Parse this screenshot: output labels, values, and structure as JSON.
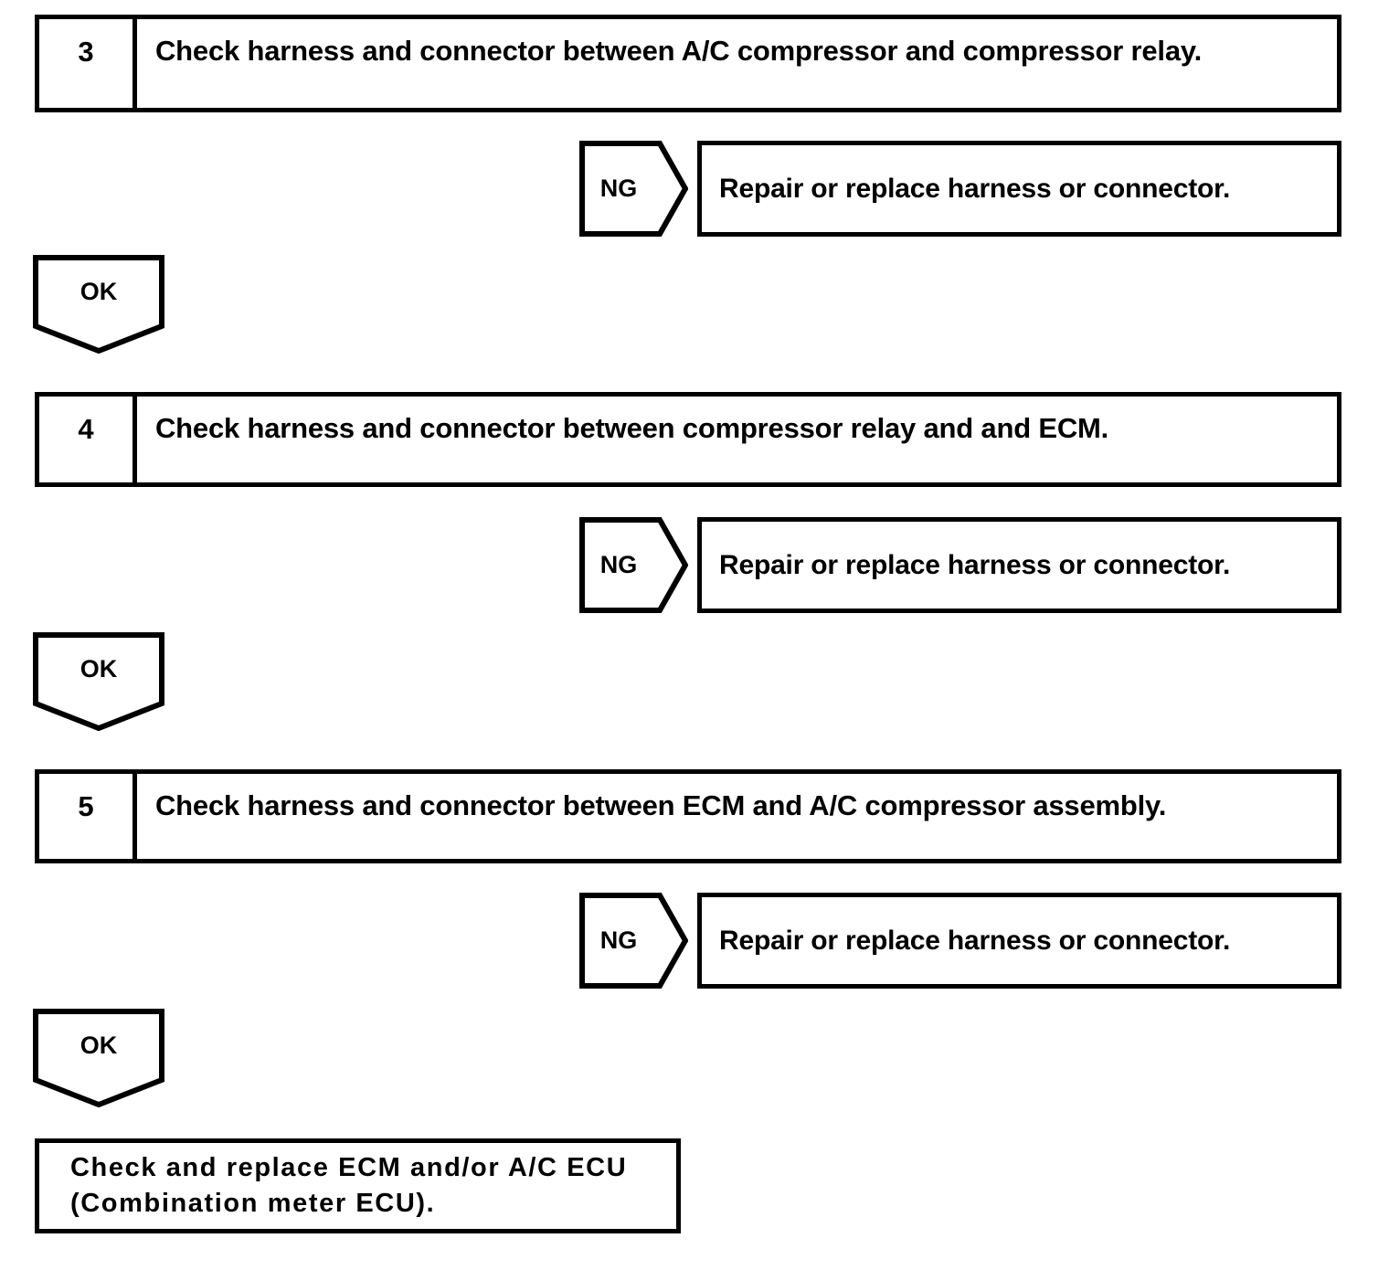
{
  "diagram": {
    "type": "troubleshooting-flowchart",
    "branch_labels": {
      "ok": "OK",
      "ng": "NG"
    },
    "steps": [
      {
        "number": "3",
        "text": "Check harness and connector between A/C compressor and compressor relay.",
        "ng_label": "NG",
        "ng_result": "Repair or replace harness or connector.",
        "ok_label": "OK"
      },
      {
        "number": "4",
        "text": "Check harness and connector between compressor relay and and ECM.",
        "ng_label": "NG",
        "ng_result": "Repair or replace harness or connector.",
        "ok_label": "OK"
      },
      {
        "number": "5",
        "text": "Check harness and connector between ECM and A/C compressor assembly.",
        "ng_label": "NG",
        "ng_result": "Repair or replace harness or connector.",
        "ok_label": "OK"
      }
    ],
    "final": {
      "line1": "Check and replace ECM and/or A/C ECU",
      "line2": "(Combination meter ECU)."
    },
    "colors": {
      "stroke": "#000000",
      "fill": "#ffffff",
      "text": "#000000"
    }
  }
}
